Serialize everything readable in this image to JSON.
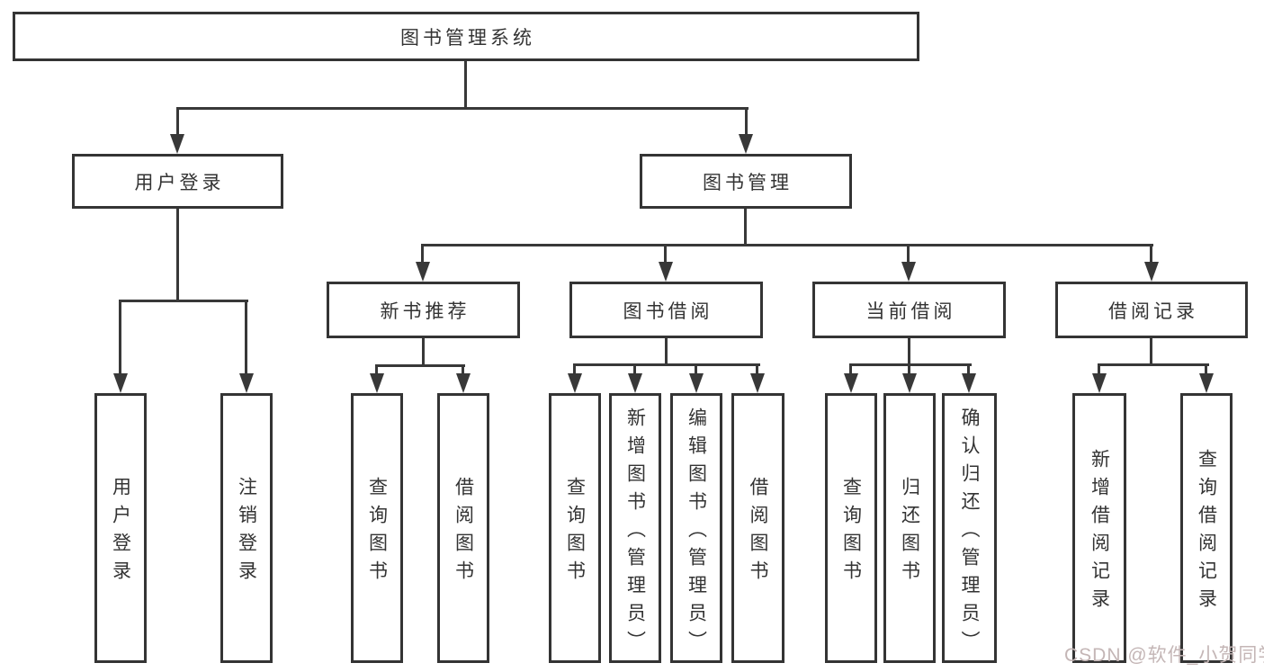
{
  "diagram_title": "图书管理系统",
  "tree": {
    "root": {
      "label": "图书管理系统",
      "children": [
        {
          "label": "用户登录",
          "children": [
            {
              "label": "用户登录"
            },
            {
              "label": "注销登录"
            }
          ]
        },
        {
          "label": "图书管理",
          "children": [
            {
              "label": "新书推荐",
              "children": [
                {
                  "label": "查询图书"
                },
                {
                  "label": "借阅图书"
                }
              ]
            },
            {
              "label": "图书借阅",
              "children": [
                {
                  "label": "查询图书"
                },
                {
                  "label": "新增图书（管理员）"
                },
                {
                  "label": "编辑图书（管理员）"
                },
                {
                  "label": "借阅图书"
                }
              ]
            },
            {
              "label": "当前借阅",
              "children": [
                {
                  "label": "查询图书"
                },
                {
                  "label": "归还图书"
                },
                {
                  "label": "确认归还（管理员）"
                }
              ]
            },
            {
              "label": "借阅记录",
              "children": [
                {
                  "label": "新增借阅记录"
                },
                {
                  "label": "查询借阅记录"
                }
              ]
            }
          ]
        }
      ]
    }
  },
  "watermark": {
    "text": "CSDN @软件_小贺同学"
  },
  "colors": {
    "line": "#383838",
    "border": "#343434",
    "text": "#333333",
    "watermark": "#c4b6b6",
    "background": "#ffffff"
  }
}
